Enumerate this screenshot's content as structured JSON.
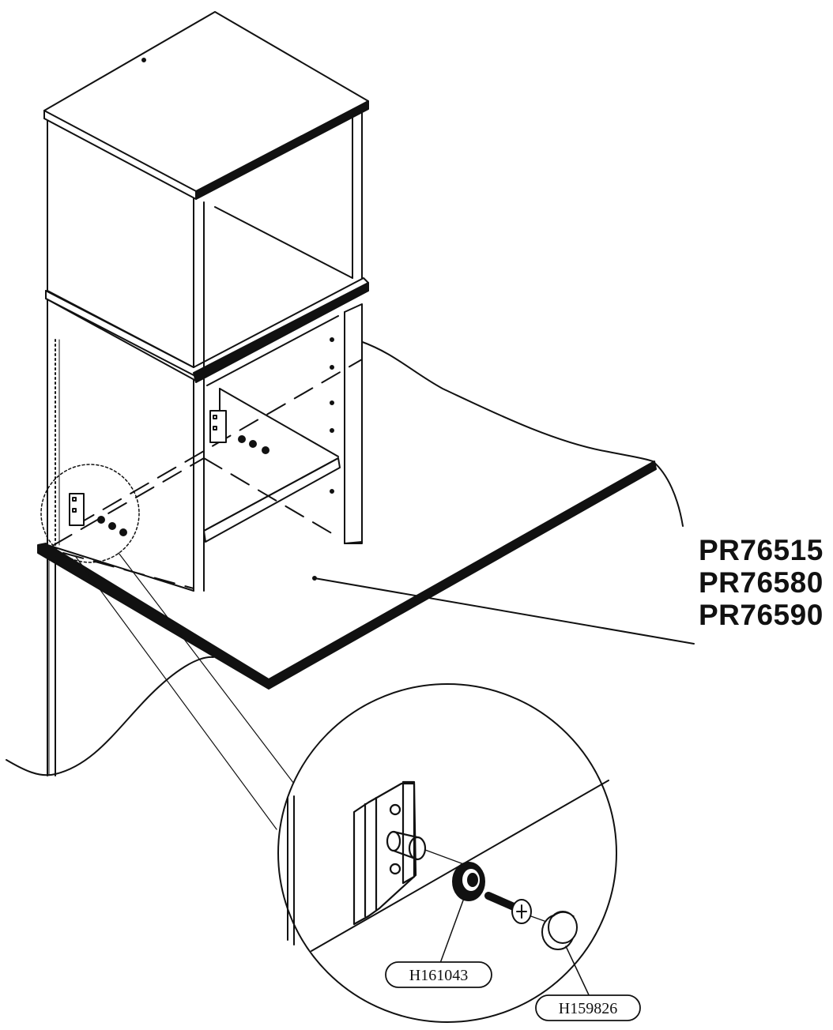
{
  "models": [
    "PR76515",
    "PR76580",
    "PR76590"
  ],
  "parts": {
    "cam_housing": "H161043",
    "cover_cap": "H159826"
  },
  "colors": {
    "ink": "#111111",
    "background": "#ffffff"
  }
}
